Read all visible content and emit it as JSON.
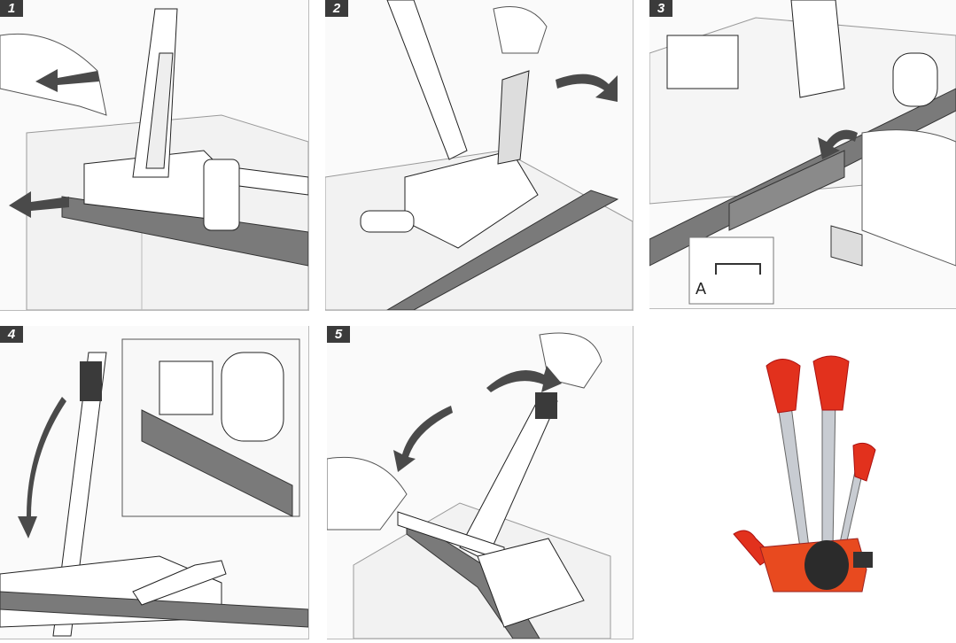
{
  "steps": [
    {
      "number": "1"
    },
    {
      "number": "2"
    },
    {
      "number": "3",
      "callout_label": "A"
    },
    {
      "number": "4"
    },
    {
      "number": "5"
    }
  ],
  "colors": {
    "badge": "#3b3b3b",
    "strap": "#7a7a7a",
    "arrow": "#4a4a4a",
    "handle": "#e2311d"
  }
}
